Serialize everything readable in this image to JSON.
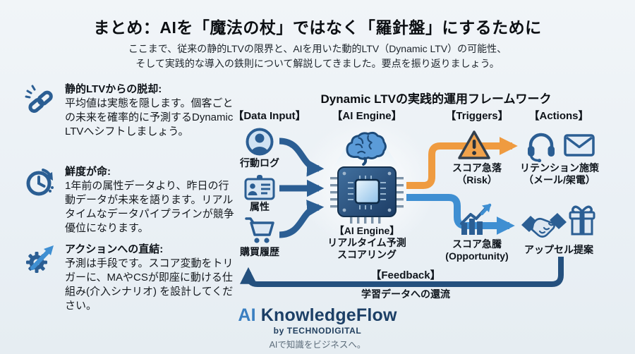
{
  "header": {
    "title": "まとめ：AIを「魔法の杖」ではなく「羅針盤」にするために",
    "subtitle_line1": "ここまで、従来の静的LTVの限界と、AIを用いた動的LTV（Dynamic LTV）の可能性、",
    "subtitle_line2": "そして実践的な導入の鉄則について解説してきました。要点を振り返りましょう。"
  },
  "key_points": [
    {
      "icon": "broken-chain-icon",
      "heading": "静的LTVからの脱却:",
      "body": "平均値は実態を隠します。個客ごとの未来を確率的に予測するDynamic LTVへシフトしましょう。"
    },
    {
      "icon": "clock-refresh-icon",
      "heading": "鮮度が命:",
      "body": "1年前の属性データより、昨日の行動データが未来を語ります。リアルタイムなデータパイプラインが競争優位になります。"
    },
    {
      "icon": "gear-arrow-icon",
      "heading": "アクションへの直結:",
      "body": "予測は手段です。スコア変動をトリガーに、MAやCSが即座に動ける仕組み(介入シナリオ) を設計してください。"
    }
  ],
  "framework": {
    "title": "Dynamic LTVの実践的運用フレームワーク",
    "column_headers": [
      "【Data Input】",
      "【AI Engine】",
      "【Triggers】",
      "【Actions】"
    ],
    "data_inputs": [
      {
        "icon": "user-icon",
        "label": "行動ログ"
      },
      {
        "icon": "id-card-icon",
        "label": "属性"
      },
      {
        "icon": "cart-icon",
        "label": "購買履歴"
      }
    ],
    "ai_engine": {
      "line1": "【AI Engine】",
      "line2": "リアルタイム予測",
      "line3": "スコアリング"
    },
    "triggers": [
      {
        "icon": "warning-icon",
        "line1": "スコア急落",
        "line2": "（Risk）"
      },
      {
        "icon": "growth-chart-icon",
        "line1": "スコア急騰",
        "line2": "(Opportunity)"
      }
    ],
    "actions": [
      {
        "icons": [
          "headset-icon",
          "mail-icon"
        ],
        "line1": "リテンション施策",
        "line2": "（メール/架電）"
      },
      {
        "icons": [
          "handshake-icon",
          "gift-icon"
        ],
        "line1": "アップセル提案",
        "line2": ""
      }
    ],
    "feedback": {
      "label": "【Feedback】",
      "caption": "学習データへの還流"
    }
  },
  "footer": {
    "brand_prefix": "AI",
    "brand_name": "KnowledgeFlow",
    "byline": "by TECHNODIGITAL",
    "tagline": "AIで知識をビジネスへ。"
  },
  "colors": {
    "navy": "#2b5e93",
    "dark-navy": "#24507e",
    "orange": "#ef9b40",
    "blue": "#3f8fd2",
    "brand-blue": "#3a7fc1",
    "brand-dark": "#1c3f66",
    "bg": "#ecf2f6"
  }
}
